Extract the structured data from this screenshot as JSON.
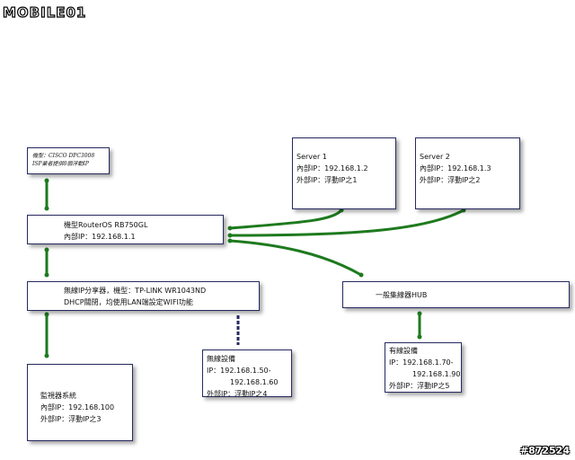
{
  "logo": {
    "text": "MOBILE01"
  },
  "watermark": "#872524",
  "nodes": {
    "modem": {
      "line1": "機型：CISCO DPC3008",
      "line2": "ISP業者提供8個浮動IP"
    },
    "router": {
      "line1": "機型RouterOS RB750GL",
      "line2": "內部IP：192.168.1.1"
    },
    "ap": {
      "line1": "無線IP分享器，機型：TP-LINK WR1043ND",
      "line2": "DHCP關閉，均使用LAN端設定WIFI功能"
    },
    "monitor": {
      "line1": "監視器系統",
      "line2": "內部IP：192.168.100",
      "line3": "外部IP：浮動IP之3"
    },
    "wifi": {
      "line1": "無線設備",
      "line2": "IP：192.168.1.50-",
      "line3": "192.168.1.60",
      "line4": "外部IP：浮動IP之4"
    },
    "server1": {
      "line1": "Server 1",
      "line2": "內部IP：192.168.1.2",
      "line3": "外部IP：浮動IP之1"
    },
    "server2": {
      "line1": "Server 2",
      "line2": "內部IP：192.168.1.3",
      "line3": "外部IP：浮動IP之2"
    },
    "hub": {
      "line1": "一般集線器HUB"
    },
    "wired": {
      "line1": "有線設備",
      "line2": "IP：192.168.1.70-",
      "line3": "192.168.1.90",
      "line4": "外部IP：浮動IP之5"
    }
  },
  "colors": {
    "connector": "#1e7a1e",
    "wireless": "#262a60",
    "box_border": "#262a60"
  }
}
